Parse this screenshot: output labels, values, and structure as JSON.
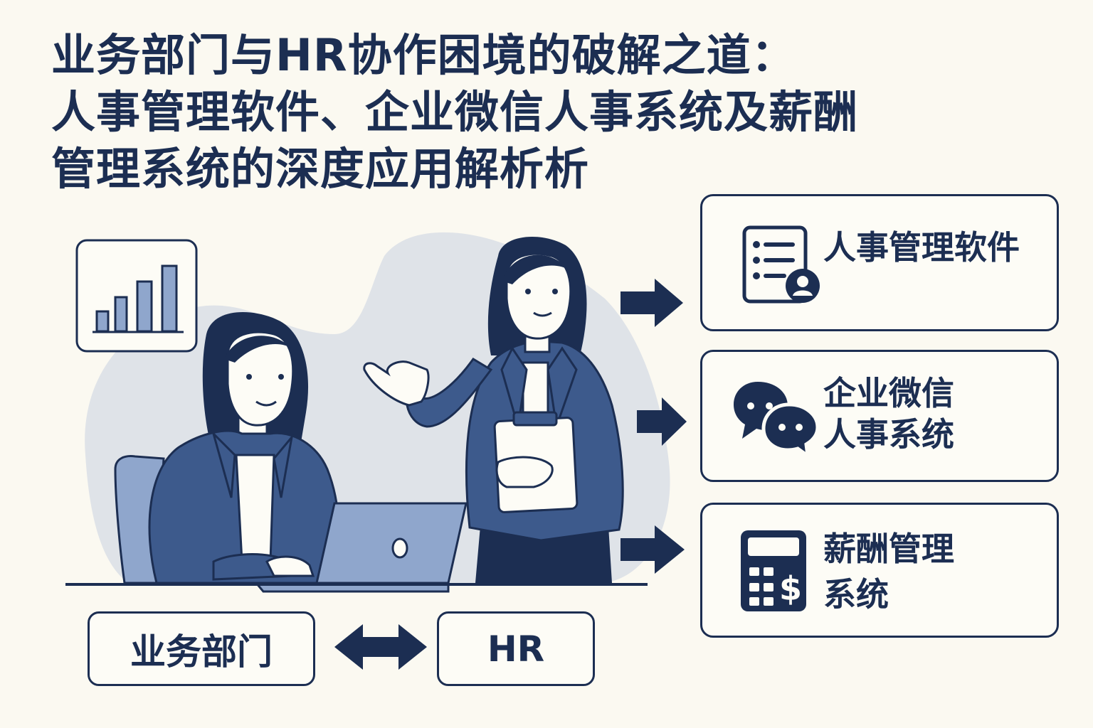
{
  "title": {
    "line1": "业务部门与HR协作困境的破解之道：",
    "line2": "人事管理软件、企业微信人事系统及薪酬",
    "line3": "管理系统的深度应用解析析"
  },
  "systems": [
    {
      "icon": "hr-document-icon",
      "label_line1": "人事管理软件",
      "label_line2": ""
    },
    {
      "icon": "chat-bubbles-icon",
      "label_line1": "企业微信",
      "label_line2": "人事系统"
    },
    {
      "icon": "calculator-dollar-icon",
      "label_line1": "薪酬管理",
      "label_line2": "系统"
    }
  ],
  "bottom": {
    "left_label": "业务部门",
    "right_label": "HR"
  },
  "colors": {
    "navy": "#1c2e52",
    "mid_blue": "#3d5a8c",
    "light_blue": "#8fa6cc",
    "blob": "#dfe3e8",
    "background": "#fbf9f1"
  }
}
